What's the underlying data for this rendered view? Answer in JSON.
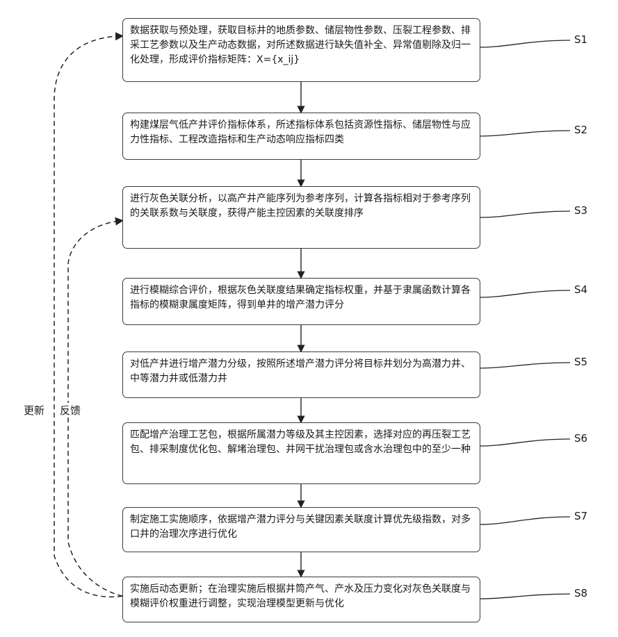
{
  "steps": [
    {
      "id": "S1",
      "text": "数据获取与预处理，获取目标井的地质参数、储层物性参数、压裂工程参数、排采工艺参数以及生产动态数据，对所述数据进行缺失值补全、异常值剔除及归一化处理，形成评价指标矩阵：X={x_ij}"
    },
    {
      "id": "S2",
      "text": "构建煤层气低产井评价指标体系，所述指标体系包括资源性指标、储层物性与应力性指标、工程改造指标和生产动态响应指标四类"
    },
    {
      "id": "S3",
      "text": "进行灰色关联分析，以高产井产能序列为参考序列，计算各指标相对于参考序列的关联系数与关联度，获得产能主控因素的关联度排序"
    },
    {
      "id": "S4",
      "text": "进行模糊综合评价，根据灰色关联度结果确定指标权重，并基于隶属函数计算各指标的模糊隶属度矩阵，得到单井的增产潜力评分"
    },
    {
      "id": "S5",
      "text": "对低产井进行增产潜力分级，按照所述增产潜力评分将目标井划分为高潜力井、中等潜力井或低潜力井"
    },
    {
      "id": "S6",
      "text": "匹配增产治理工艺包，根据所属潜力等级及其主控因素，选择对应的再压裂工艺包、排采制度优化包、解堵治理包、井网干扰治理包或含水治理包中的至少一种"
    },
    {
      "id": "S7",
      "text": "制定施工实施顺序，依据增产潜力评分与关键因素关联度计算优先级指数，对多口井的治理次序进行优化"
    },
    {
      "id": "S8",
      "text": "实施后动态更新；在治理实施后根据井筒产气、产水及压力变化对灰色关联度与模糊评价权重进行调整，实现治理模型更新与优化"
    }
  ],
  "feedback": {
    "update_label": "更新",
    "feedback_label": "反馈"
  }
}
